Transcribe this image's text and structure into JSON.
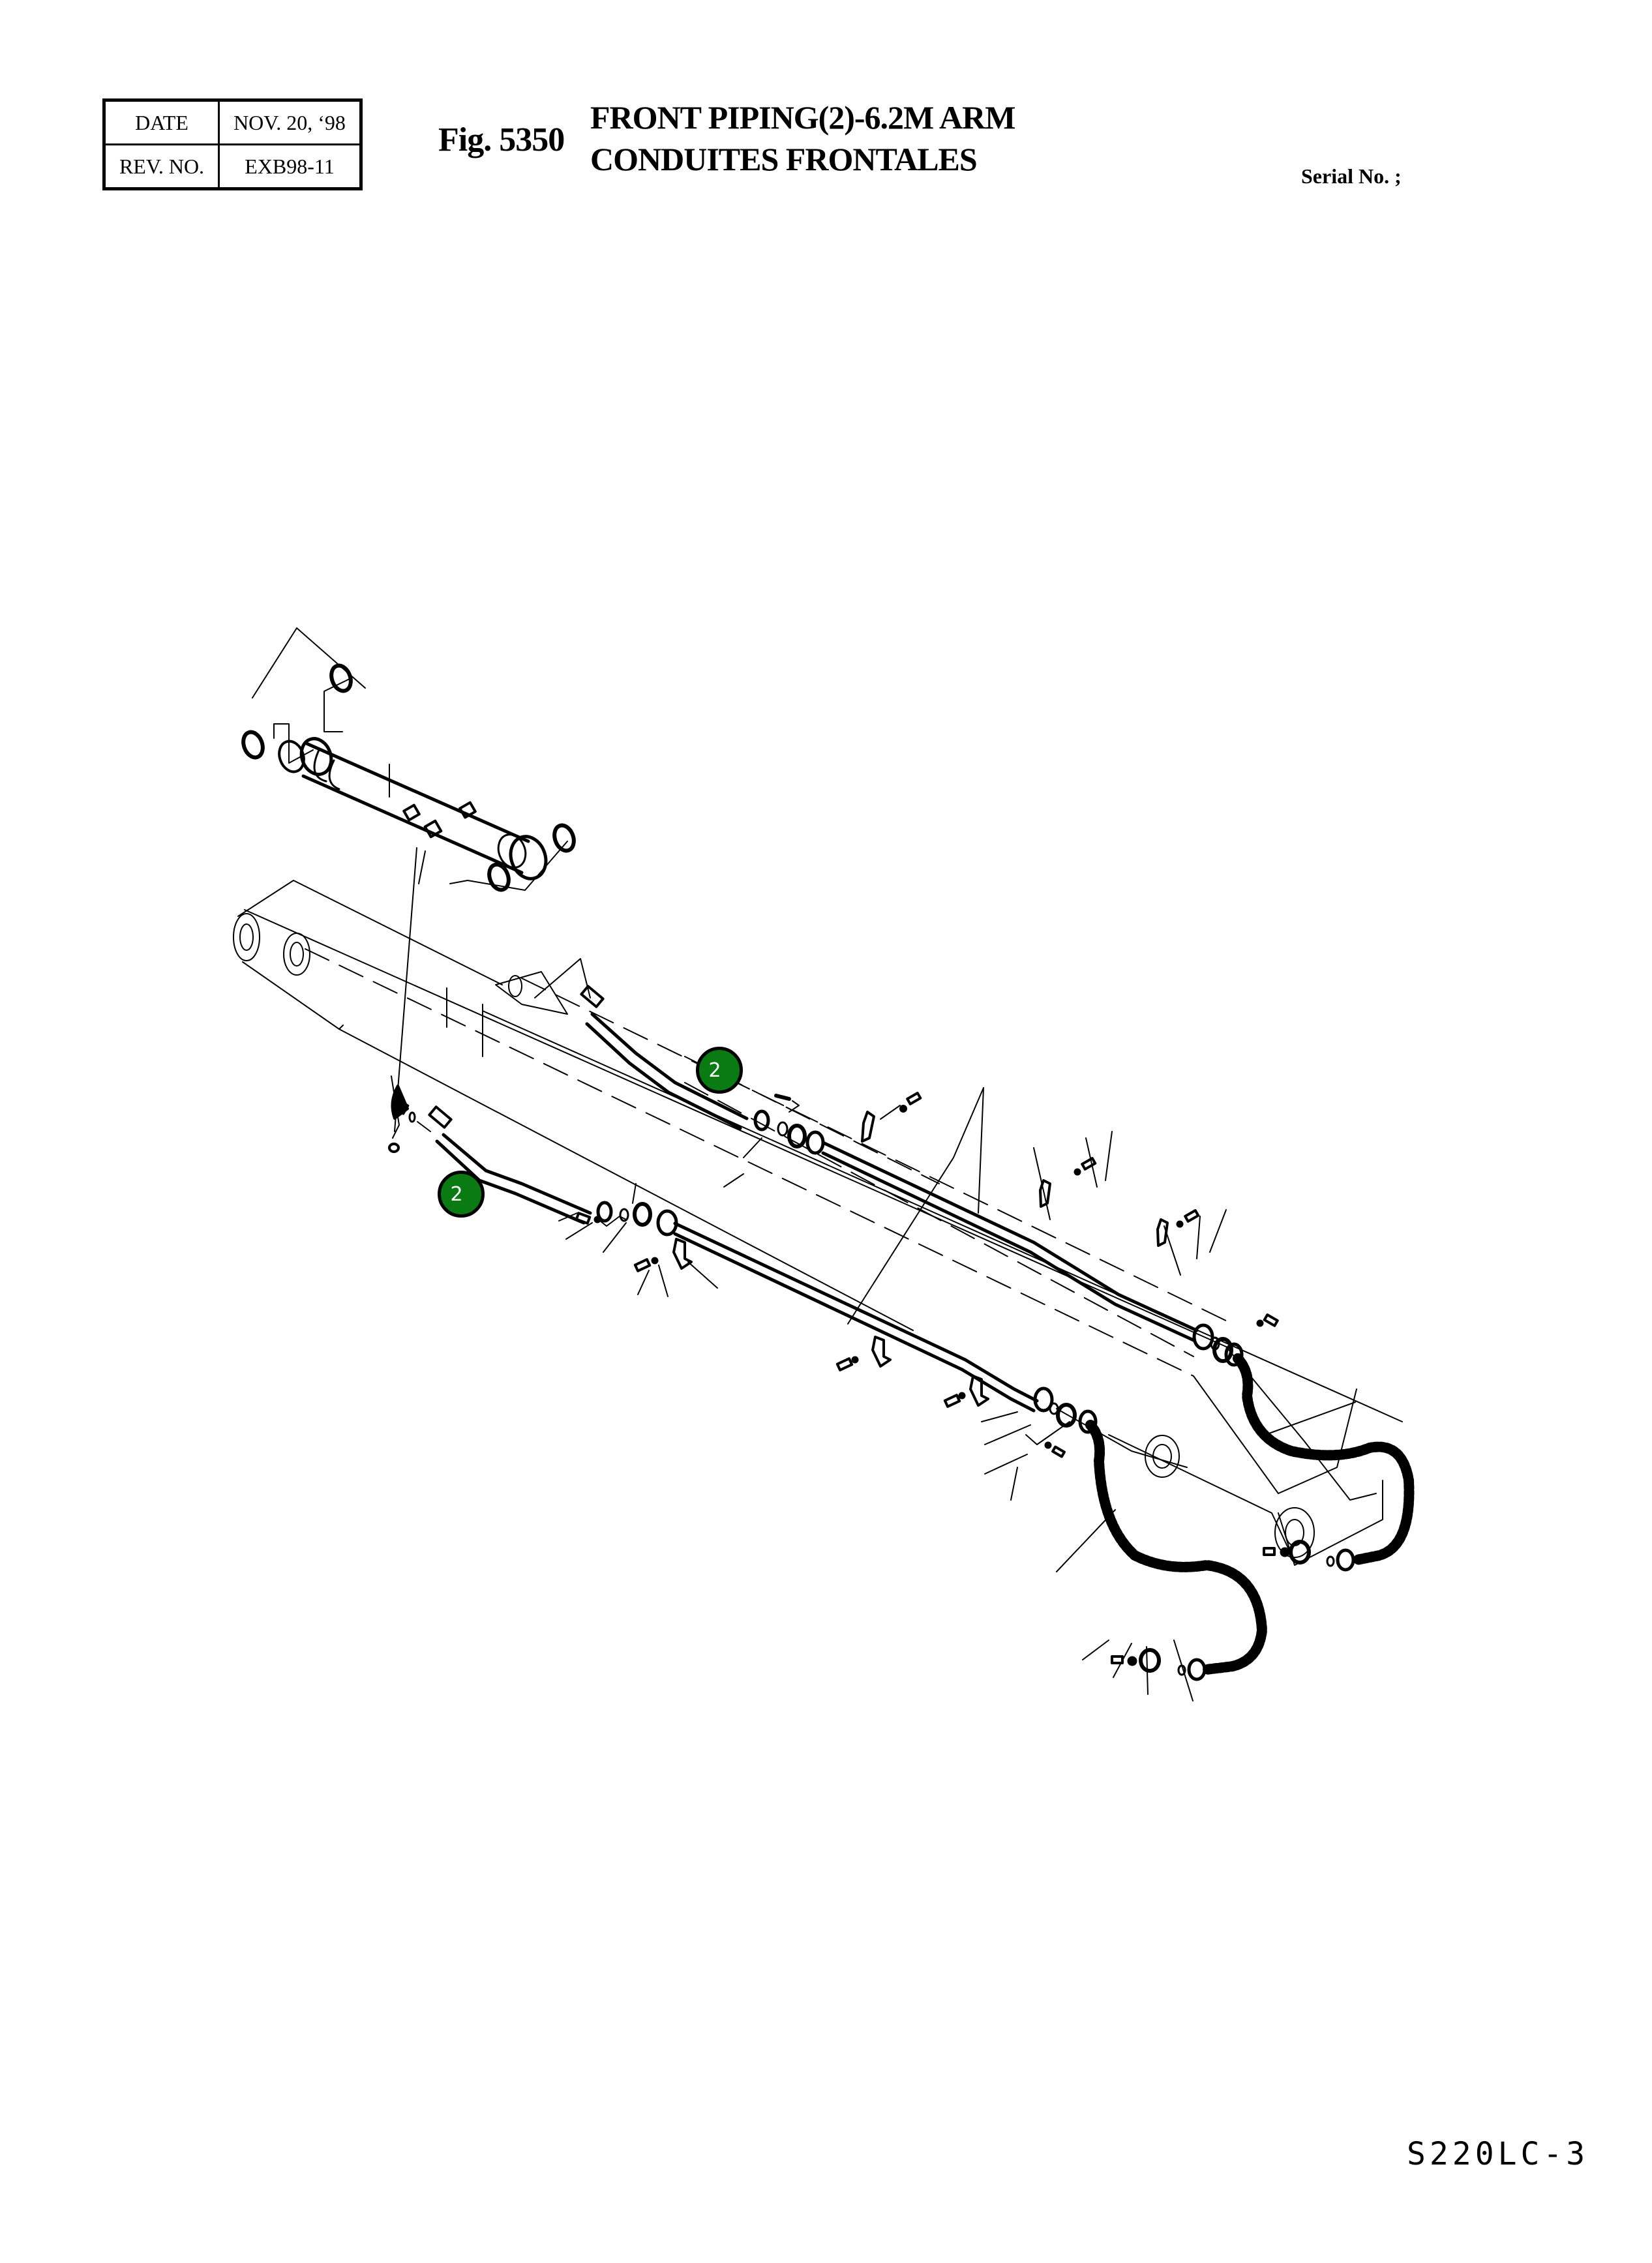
{
  "header": {
    "info_table": {
      "date_label": "DATE",
      "date_value": "NOV. 20, ‘98",
      "rev_label": "REV. NO.",
      "rev_value": "EXB98-11"
    },
    "figure_number": "Fig. 5350",
    "title_en": "FRONT PIPING(2)-6.2M ARM",
    "title_fr": "CONDUITES FRONTALES",
    "serial_label": "Serial No. ;"
  },
  "diagram": {
    "subject": "arm with bucket cylinder, steel pipes, clamps, flanges, O-rings, bolts and flexible hoses",
    "callouts": [
      {
        "label": "2",
        "color": "#0a7a12",
        "position": "upper pipe"
      },
      {
        "label": "2",
        "color": "#0a7a12",
        "position": "lower pipe"
      }
    ]
  },
  "footer": {
    "model": "S220LC-3"
  },
  "colors": {
    "ink": "#000000",
    "background": "#ffffff",
    "callout_fill": "#0a7a12",
    "callout_text": "#ffffff"
  }
}
